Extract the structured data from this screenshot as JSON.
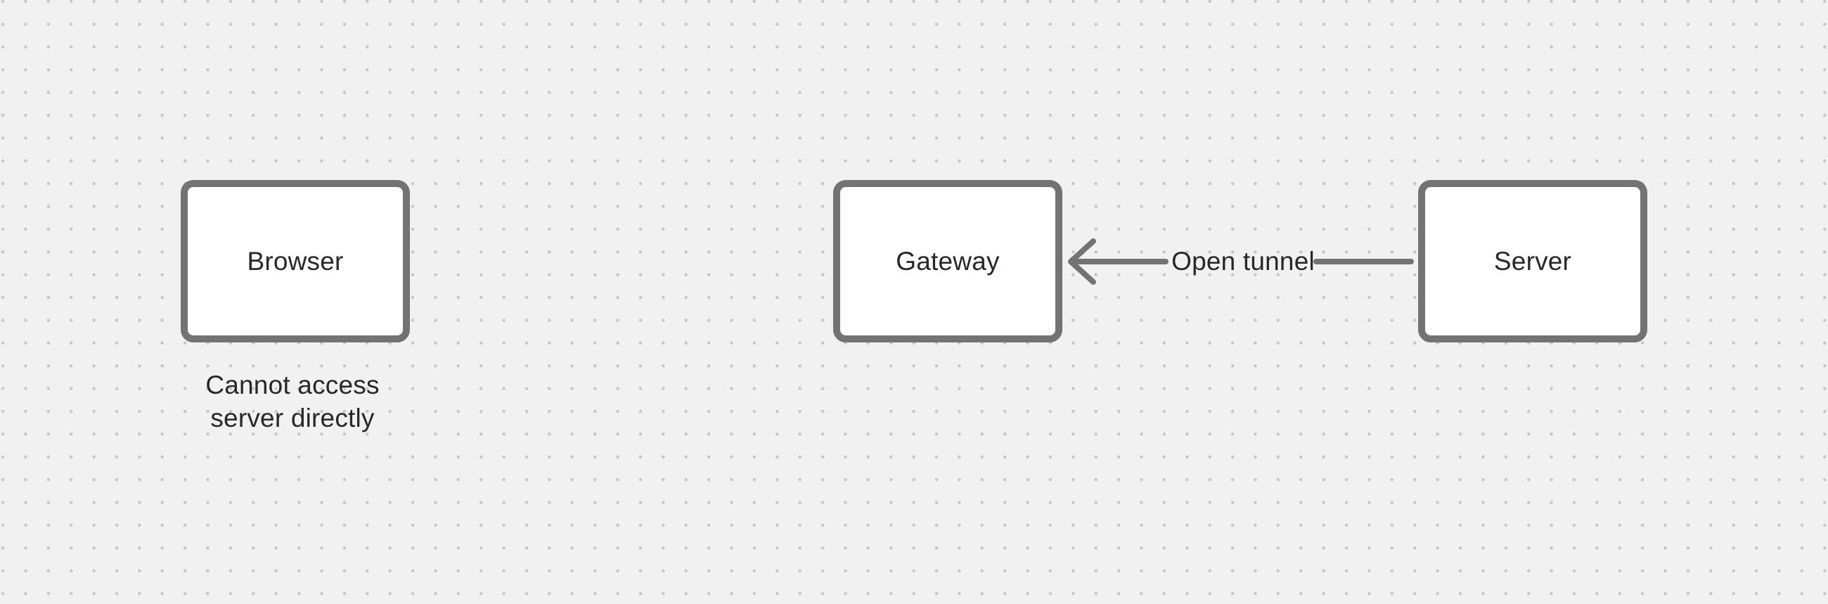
{
  "canvas": {
    "background_color": "#f1f1f1",
    "dot_grid_color": "#c6c6c6",
    "shape_stroke_color": "#737373",
    "shape_fill_color": "#ffffff",
    "text_color": "#282828"
  },
  "diagram": {
    "nodes": [
      {
        "id": "browser",
        "label": "Browser"
      },
      {
        "id": "gateway",
        "label": "Gateway"
      },
      {
        "id": "server",
        "label": "Server"
      }
    ],
    "captions": [
      {
        "attached_to": "browser",
        "text": "Cannot access\nserver directly"
      }
    ],
    "edges": [
      {
        "from": "server",
        "to": "gateway",
        "label": "Open tunnel",
        "arrow_direction": "left"
      }
    ]
  }
}
